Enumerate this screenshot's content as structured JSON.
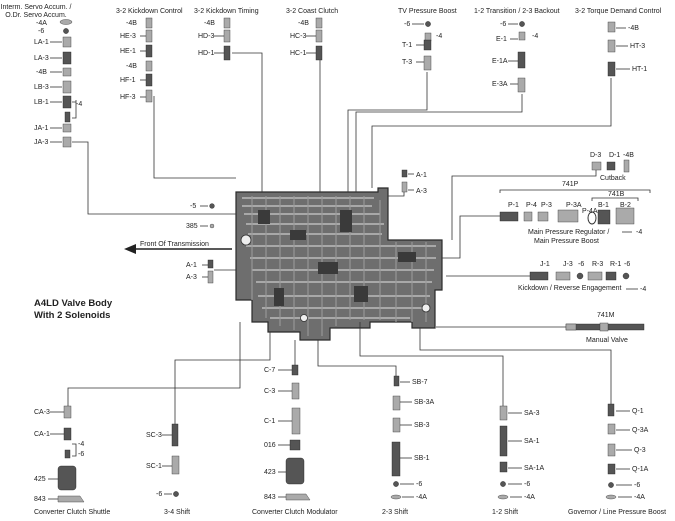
{
  "title": {
    "line1": "A4LD Valve Body",
    "line2": "With 2 Solenoids"
  },
  "front_label": "Front Of Transmission",
  "top_groups": {
    "interm": {
      "line1": "Interm. Servo Accum. /",
      "line2": "O.Dr. Servo Accum.",
      "parts": [
        "-4A",
        "-6",
        "LA-1",
        "LA-3",
        "-4B",
        "LB-3",
        "LB-1",
        "-4",
        "JA-1",
        "JA-3"
      ]
    },
    "kickdown_control": {
      "label": "3-2 Kickdown Control",
      "parts": [
        "-4B",
        "HE-3",
        "HE-1",
        "-4B",
        "HF-1",
        "HF-3"
      ]
    },
    "kickdown_timing": {
      "label": "3-2 Kickdown Timing",
      "parts": [
        "-4B",
        "HD-3",
        "HD-1"
      ]
    },
    "coast_clutch": {
      "label": "3-2 Coast Clutch",
      "parts": [
        "-4B",
        "HC-3",
        "HC-1"
      ]
    },
    "tv_boost": {
      "label": "TV Pressure Boost",
      "parts": [
        "-6",
        "-4",
        "T-1",
        "T-3"
      ]
    },
    "transition": {
      "label": "1-2 Transition / 2-3 Backout",
      "parts": [
        "-6",
        "-4",
        "E-1",
        "E-1A",
        "E-3A"
      ]
    },
    "torque_demand": {
      "label": "3-2 Torque Demand Control",
      "parts": [
        "-4B",
        "HT-3",
        "HT-1"
      ]
    }
  },
  "middle": {
    "a_upper": [
      "A-1",
      "A-3"
    ],
    "left_parts": [
      "-5",
      "385",
      "A-1",
      "A-3"
    ],
    "cutback": {
      "label": "Cutback",
      "parts": [
        "D-3",
        "D-1",
        "-4B"
      ]
    },
    "main_reg": {
      "line1": "Main Pressure Regulator /",
      "line2": "Main Pressure Boost",
      "parts": [
        "741P",
        "741B",
        "P-1",
        "P-4",
        "P-3",
        "P-3A",
        "P-4A",
        "B-1",
        "B-2",
        "-4"
      ]
    },
    "kickdown_rev": {
      "label": "Kickdown / Reverse Engagement",
      "parts": [
        "J-1",
        "J-3",
        "-6",
        "R-3",
        "R-1",
        "-6",
        "-4"
      ]
    },
    "manual": {
      "label": "Manual Valve",
      "part": "741M"
    }
  },
  "bottom_groups": {
    "ccs": {
      "label": "Converter Clutch Shuttle",
      "parts": [
        "CA-3",
        "CA-1",
        "-4",
        "-6",
        "425",
        "843"
      ]
    },
    "shift34": {
      "label": "3-4 Shift",
      "parts": [
        "SC-3",
        "SC-1",
        "-6"
      ]
    },
    "ccm": {
      "label": "Converter Clutch Modulator",
      "parts": [
        "C-7",
        "C-3",
        "C-1",
        "016",
        "423",
        "843"
      ]
    },
    "shift23": {
      "label": "2-3 Shift",
      "parts": [
        "SB-7",
        "SB-3A",
        "SB-3",
        "SB-1",
        "-6",
        "-4A"
      ]
    },
    "shift12": {
      "label": "1-2 Shift",
      "parts": [
        "SA-3",
        "SA-1",
        "SA-1A",
        "-6",
        "-4A"
      ]
    },
    "governor": {
      "label": "Governor / Line Pressure Boost",
      "parts": [
        "Q-1",
        "Q-3A",
        "Q-3",
        "Q-1A",
        "-6",
        "-4A"
      ]
    }
  }
}
